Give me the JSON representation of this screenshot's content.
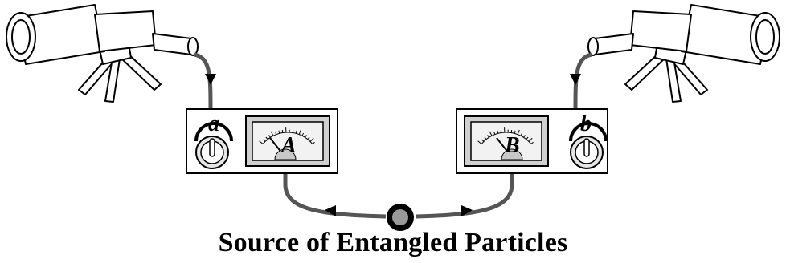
{
  "caption": "Source of Entangled Particles",
  "detectors": {
    "left": {
      "setting_label": "a",
      "meter_label": "A"
    },
    "right": {
      "setting_label": "b",
      "meter_label": "B"
    }
  },
  "colors": {
    "line": "#000000",
    "cable": "#555555",
    "meter_face": "#f2f2f2",
    "meter_bezel": "#d0d0d0",
    "knob": "#e6e6e6",
    "background": "#ffffff"
  }
}
